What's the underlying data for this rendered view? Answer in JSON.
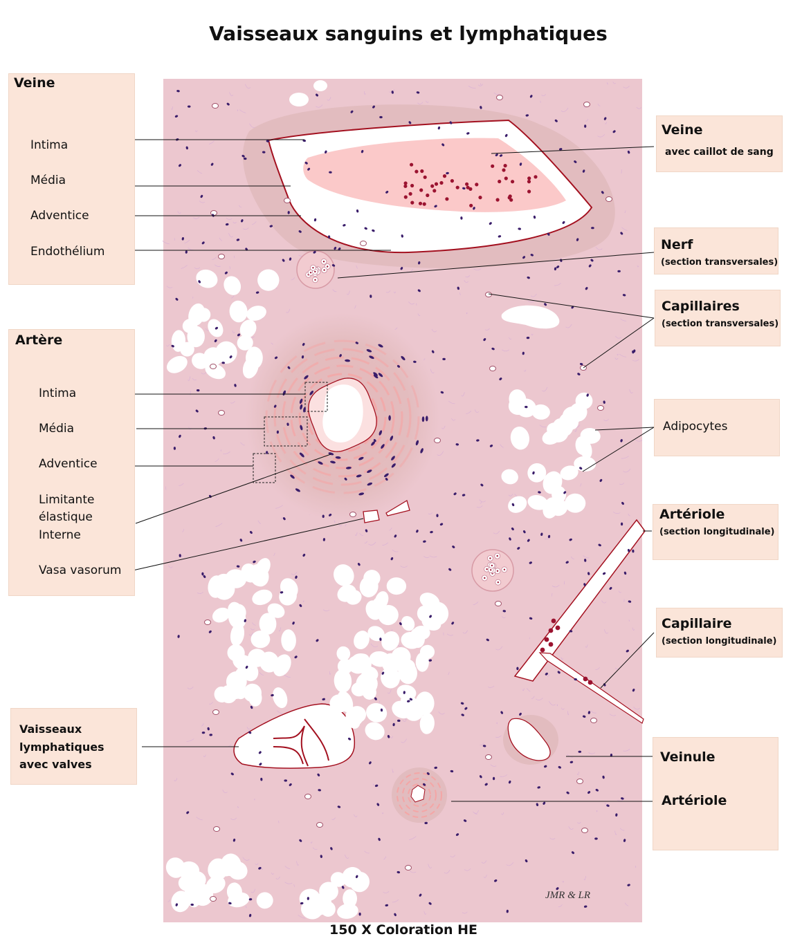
{
  "title": "Vaisseaux sanguins et lymphatiques",
  "caption": "150 X Coloration HE",
  "signature": "JMR  & LR",
  "colors": {
    "tissue": "#ecc7cf",
    "tissue_dark": "#ddbabe",
    "nucleus": "#3a1d6a",
    "vessel_wall": "#a3101f",
    "elastic_fibers": "#f4a6a6",
    "blood_clot": "#fbc9c9",
    "red_blood_cell": "#9b1330",
    "label_box": "#fbe5d9"
  },
  "veine_box": {
    "heading": "Veine",
    "items": [
      "Intima",
      "Média",
      "Adventice",
      "Endothélium"
    ]
  },
  "artere_box": {
    "heading": "Artère",
    "items": [
      "Intima",
      "Média",
      "Adventice",
      "Limitante",
      "élastique",
      "Interne",
      "Vasa vasorum"
    ]
  },
  "lymph_box": {
    "lines": [
      "Vaisseaux",
      "lymphatiques",
      "avec valves"
    ]
  },
  "right_labels": {
    "veine_clot": {
      "title": "Veine",
      "sub": "avec caillot de sang"
    },
    "nerf": {
      "title": "Nerf",
      "sub": "(section transversales)"
    },
    "capillaires": {
      "title": "Capillaires",
      "sub": "(section transversales)"
    },
    "adipocytes": {
      "title": "Adipocytes"
    },
    "arteriole_long": {
      "title": "Artériole",
      "sub": "(section longitudinale)"
    },
    "capillaire_long": {
      "title": "Capillaire",
      "sub": "(section longitudinale)"
    },
    "veinule": {
      "title": "Veinule"
    },
    "arteriole": {
      "title": "Artériole"
    }
  }
}
